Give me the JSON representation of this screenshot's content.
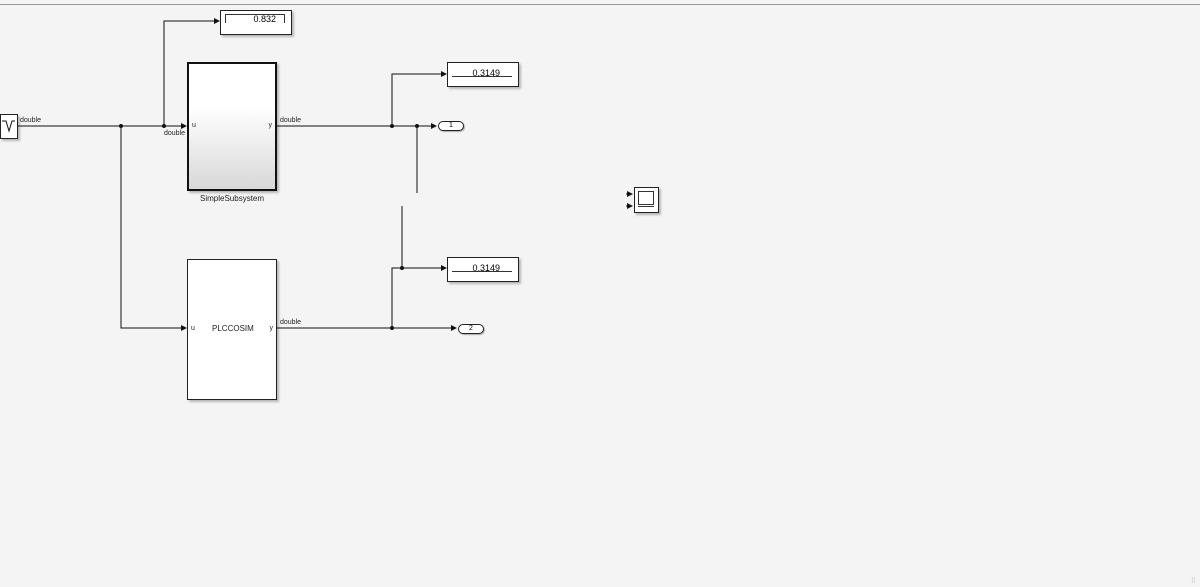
{
  "model": {
    "source": {
      "label": "double",
      "icon": "signal-generator-icon"
    },
    "subsystem": {
      "name": "SimpleSubsystem",
      "in_port": "u",
      "out_port": "y",
      "in_signal": "double",
      "out_signal": "double"
    },
    "plc": {
      "name": "PLCCOSIM",
      "in_port": "u",
      "out_port": "y",
      "out_signal": "double"
    },
    "displays": {
      "top": "0.832",
      "upper_right": "0.3149",
      "lower_right": "0.3149"
    },
    "outports": {
      "out1": "1",
      "out2": "2"
    },
    "scope": {
      "icon": "scope-icon"
    },
    "colors": {
      "background": "#f4f4f4",
      "line": "#111111"
    }
  }
}
